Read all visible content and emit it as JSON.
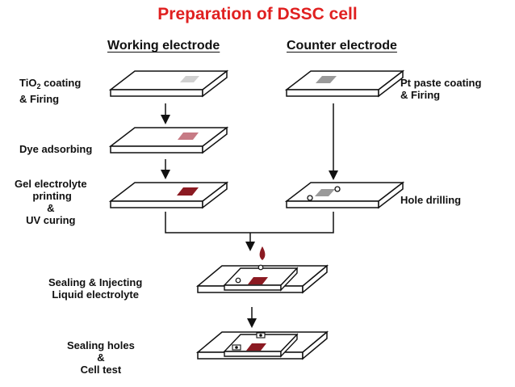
{
  "title": "Preparation of DSSC cell",
  "columns": {
    "working": "Working electrode",
    "counter": "Counter electrode"
  },
  "steps": {
    "tio2_a": "TiO",
    "tio2_sub": "2",
    "tio2_b": " coating",
    "tio2_c": "& Firing",
    "dye": "Dye adsorbing",
    "gel": "Gel electrolyte\n printing\n&\nUV curing",
    "pt": "Pt paste coating\n& Firing",
    "hole": "Hole drilling",
    "sealing": "Sealing & Injecting\nLiquid electrolyte",
    "final": "Sealing holes\n&\nCell test"
  },
  "colors": {
    "title": "#e02020",
    "tio2_film": "#d0d0d0",
    "dye_film_light": "#c77b85",
    "dye_film_dark": "#8b1a22",
    "pt_film": "#9a9a9a",
    "droplet": "#8b1a22",
    "line": "#111111"
  }
}
